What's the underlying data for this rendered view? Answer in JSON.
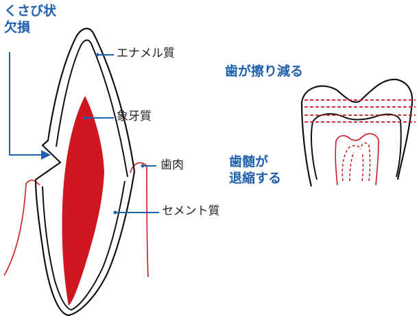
{
  "colors": {
    "blue_heading": "#1e5fae",
    "red_pulp": "#d0161f",
    "outline": "#111111"
  },
  "left_diagram": {
    "wedge_defect_title_line1": "くさび状",
    "wedge_defect_title_line2": "欠損",
    "labels": {
      "enamel": "エナメル質",
      "dentin": "象牙質",
      "gingiva": "歯肉",
      "cementum": "セメント質"
    }
  },
  "right_diagram": {
    "wear_title": "歯が擦り減る",
    "pulp_recession_line1": "歯髄が",
    "pulp_recession_line2": "退縮する"
  }
}
